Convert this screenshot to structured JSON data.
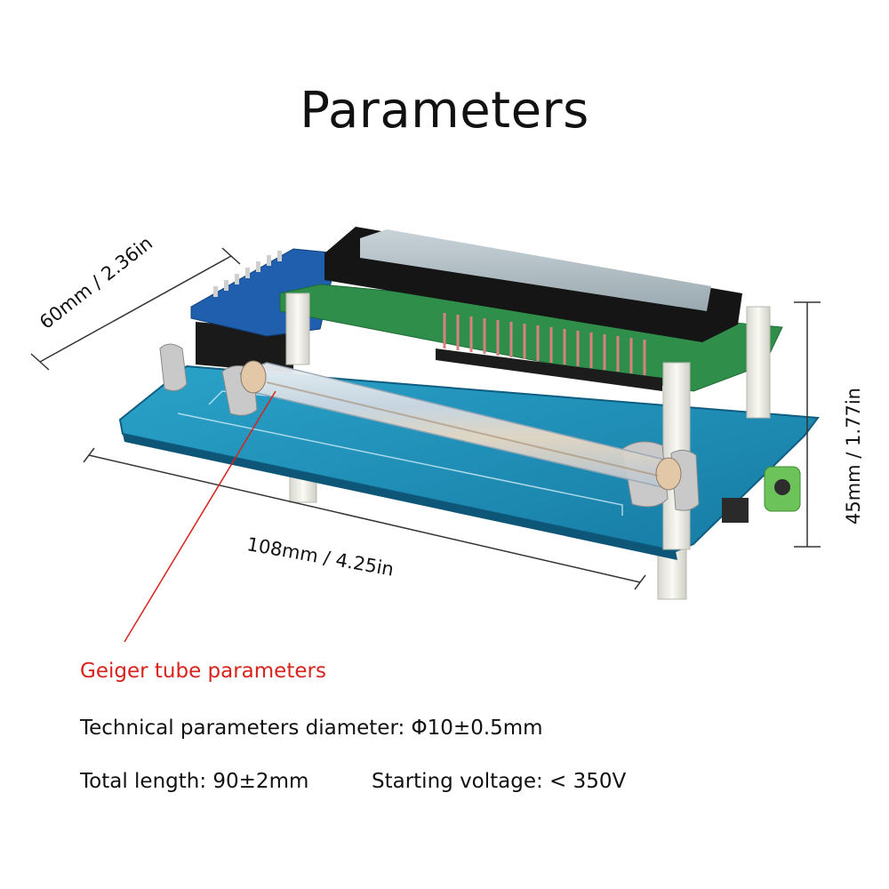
{
  "title": "Parameters",
  "dimensions": {
    "width_label": "60mm / 2.36in",
    "length_label": "108mm / 4.25in",
    "height_label": "45mm / 1.77in"
  },
  "geiger": {
    "heading": "Geiger tube parameters",
    "diameter": "Technical parameters diameter: Φ10±0.5mm",
    "length": "Total length: 90±2mm",
    "voltage": "Starting voltage: < 350V"
  },
  "colors": {
    "heading_red": "#d9221c",
    "pcb_blue": "#1f8fb8",
    "lcd_green": "#2f8f4a",
    "text": "#111111"
  }
}
